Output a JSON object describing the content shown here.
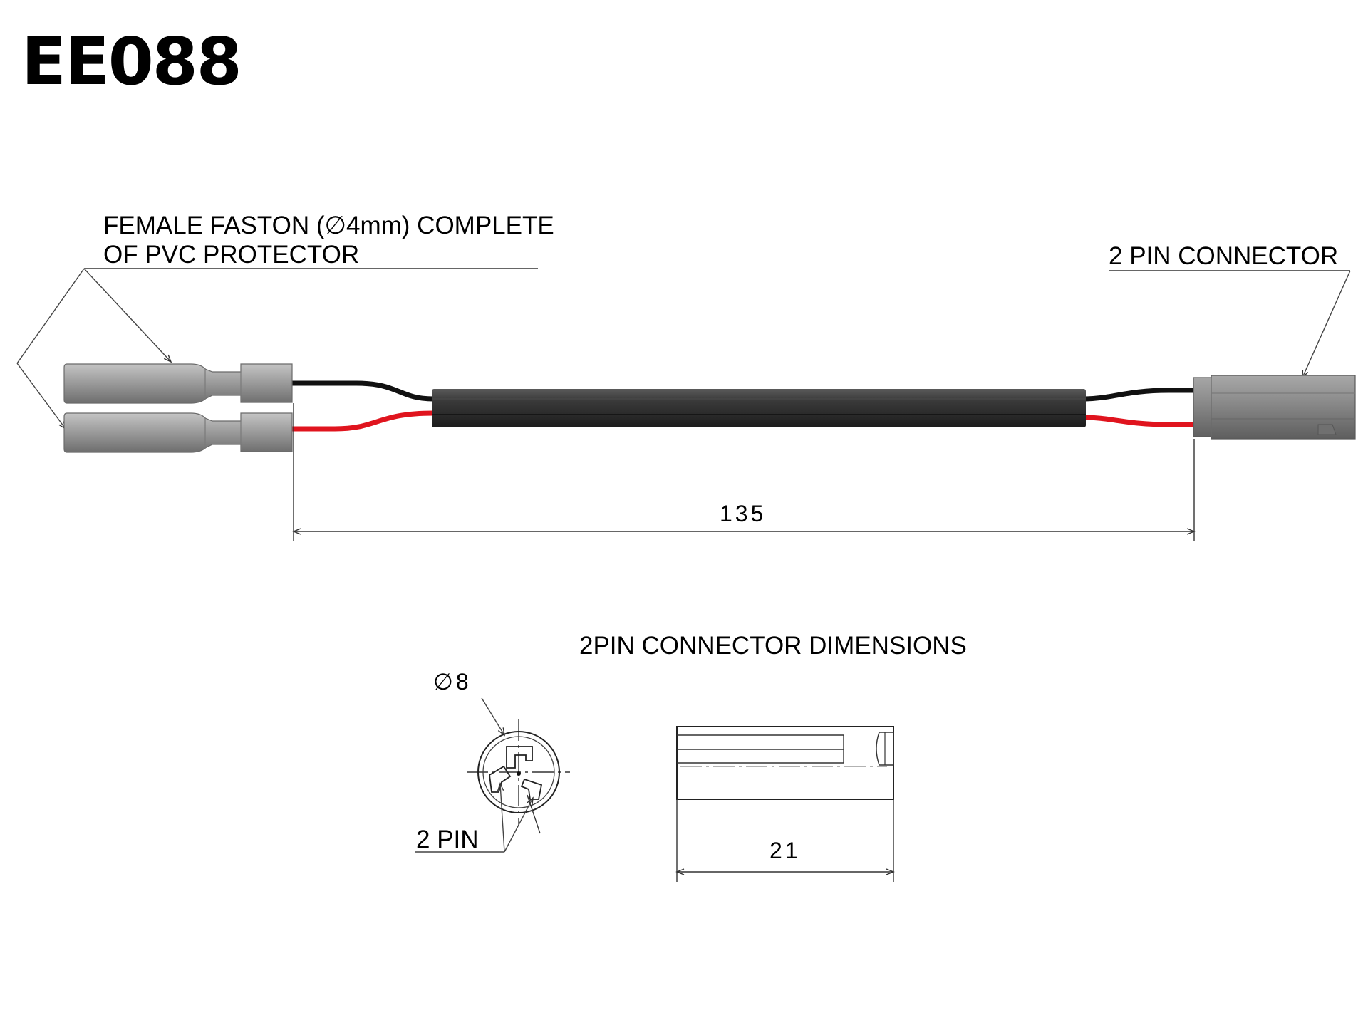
{
  "title": "EE088",
  "labels": {
    "faston_line1": "FEMALE FASTON (∅4mm) COMPLETE",
    "faston_line2": "OF PVC PROTECTOR",
    "connector": "2 PIN CONNECTOR",
    "section_title": "2PIN CONNECTOR  DIMENSIONS",
    "diameter": "∅8",
    "pins": "2 PIN"
  },
  "dimensions": {
    "cable_length": "135",
    "connector_length": "21"
  },
  "colors": {
    "faston": "#9a9a9a",
    "sheath": "#333333",
    "wire_black": "#111111",
    "wire_red": "#e0141e",
    "connector": "#8c8c8c"
  }
}
